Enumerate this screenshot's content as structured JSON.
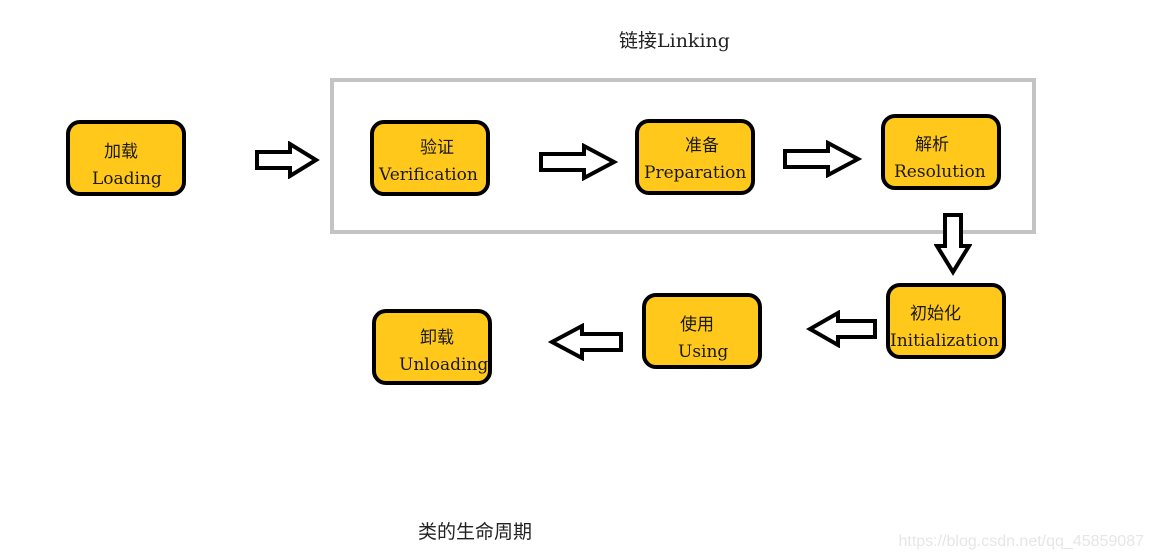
{
  "diagram": {
    "group_title": "链接Linking",
    "caption": "类的生命周期",
    "watermark": "https://blog.csdn.net/qq_45859087",
    "nodes": {
      "loading": {
        "cn": "加载",
        "en": "Loading"
      },
      "verification": {
        "cn": "验证",
        "en": "Verification"
      },
      "preparation": {
        "cn": "准备",
        "en": "Preparation"
      },
      "resolution": {
        "cn": "解析",
        "en": "Resolution"
      },
      "initialization": {
        "cn": "初始化",
        "en": "Initialization"
      },
      "using": {
        "cn": "使用",
        "en": "Using"
      },
      "unloading": {
        "cn": "卸载",
        "en": "Unloading"
      }
    }
  }
}
